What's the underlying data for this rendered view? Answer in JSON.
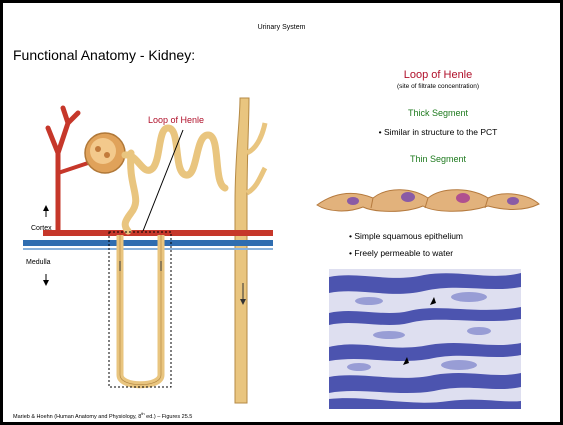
{
  "slide": {
    "header": "Urinary System",
    "title": "Functional Anatomy - Kidney:",
    "right": {
      "heading": "Loop of Henle",
      "subheading": "(site of filtrate concentration)",
      "thick_segment": {
        "title": "Thick Segment",
        "bullet": "Similar in structure to the PCT"
      },
      "thin_segment": {
        "title": "Thin Segment",
        "bullets": [
          "Simple squamous epithelium",
          "Freely permeable to water"
        ]
      }
    },
    "diagram": {
      "loop_label": "Loop of Henle",
      "cortex_label": "Cortex",
      "medulla_label": "Medulla"
    },
    "credit": {
      "before": "Marieb & Hoehn (Human Anatomy and Physiology, 8",
      "sup": "th",
      "after": " ed.) – Figures 25.5"
    },
    "colors": {
      "heading_red": "#b0102a",
      "segment_green": "#1e7a1e",
      "vessel_red": "#c6372a",
      "vessel_blue": "#2f6db0",
      "tubule": "#e9c57f",
      "micrograph_blue": "#3d45a8"
    }
  }
}
